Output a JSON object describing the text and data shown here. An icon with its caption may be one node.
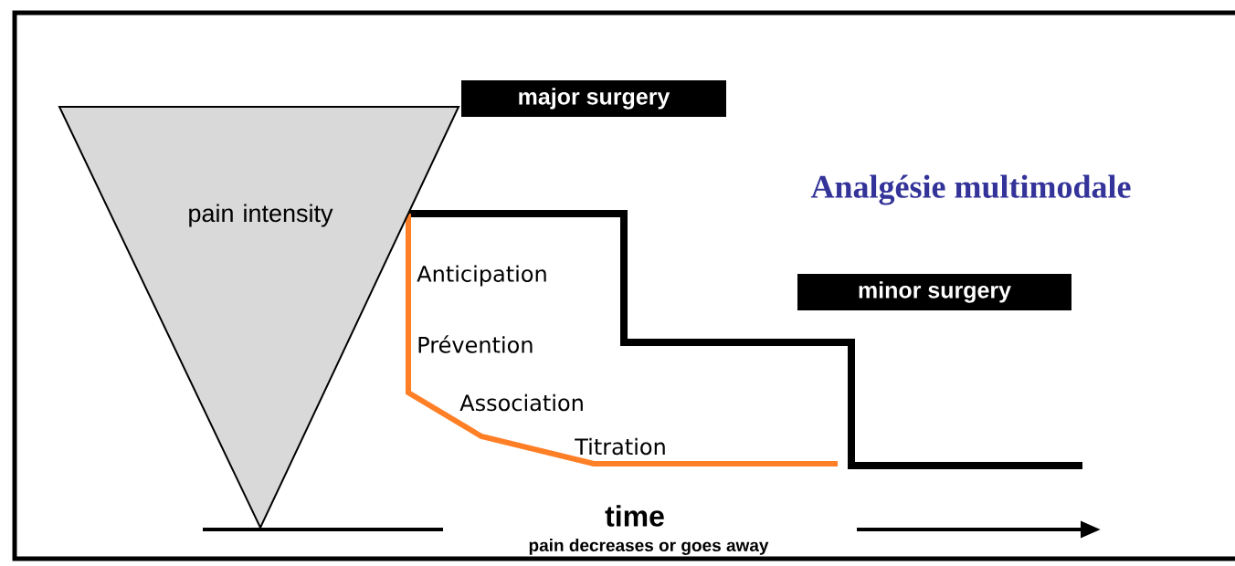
{
  "diagram": {
    "title": "Analgésie multimodale",
    "nodes": [
      {
        "text": [
          "pain intensity"
        ]
      },
      {
        "text": [
          "major surgery"
        ]
      },
      {
        "text": [
          "minor surgery"
        ]
      }
    ],
    "labels": [
      "Anticipation",
      "Prévention",
      "Association",
      "Titration",
      "time",
      "pain decreases or goes away"
    ]
  }
}
